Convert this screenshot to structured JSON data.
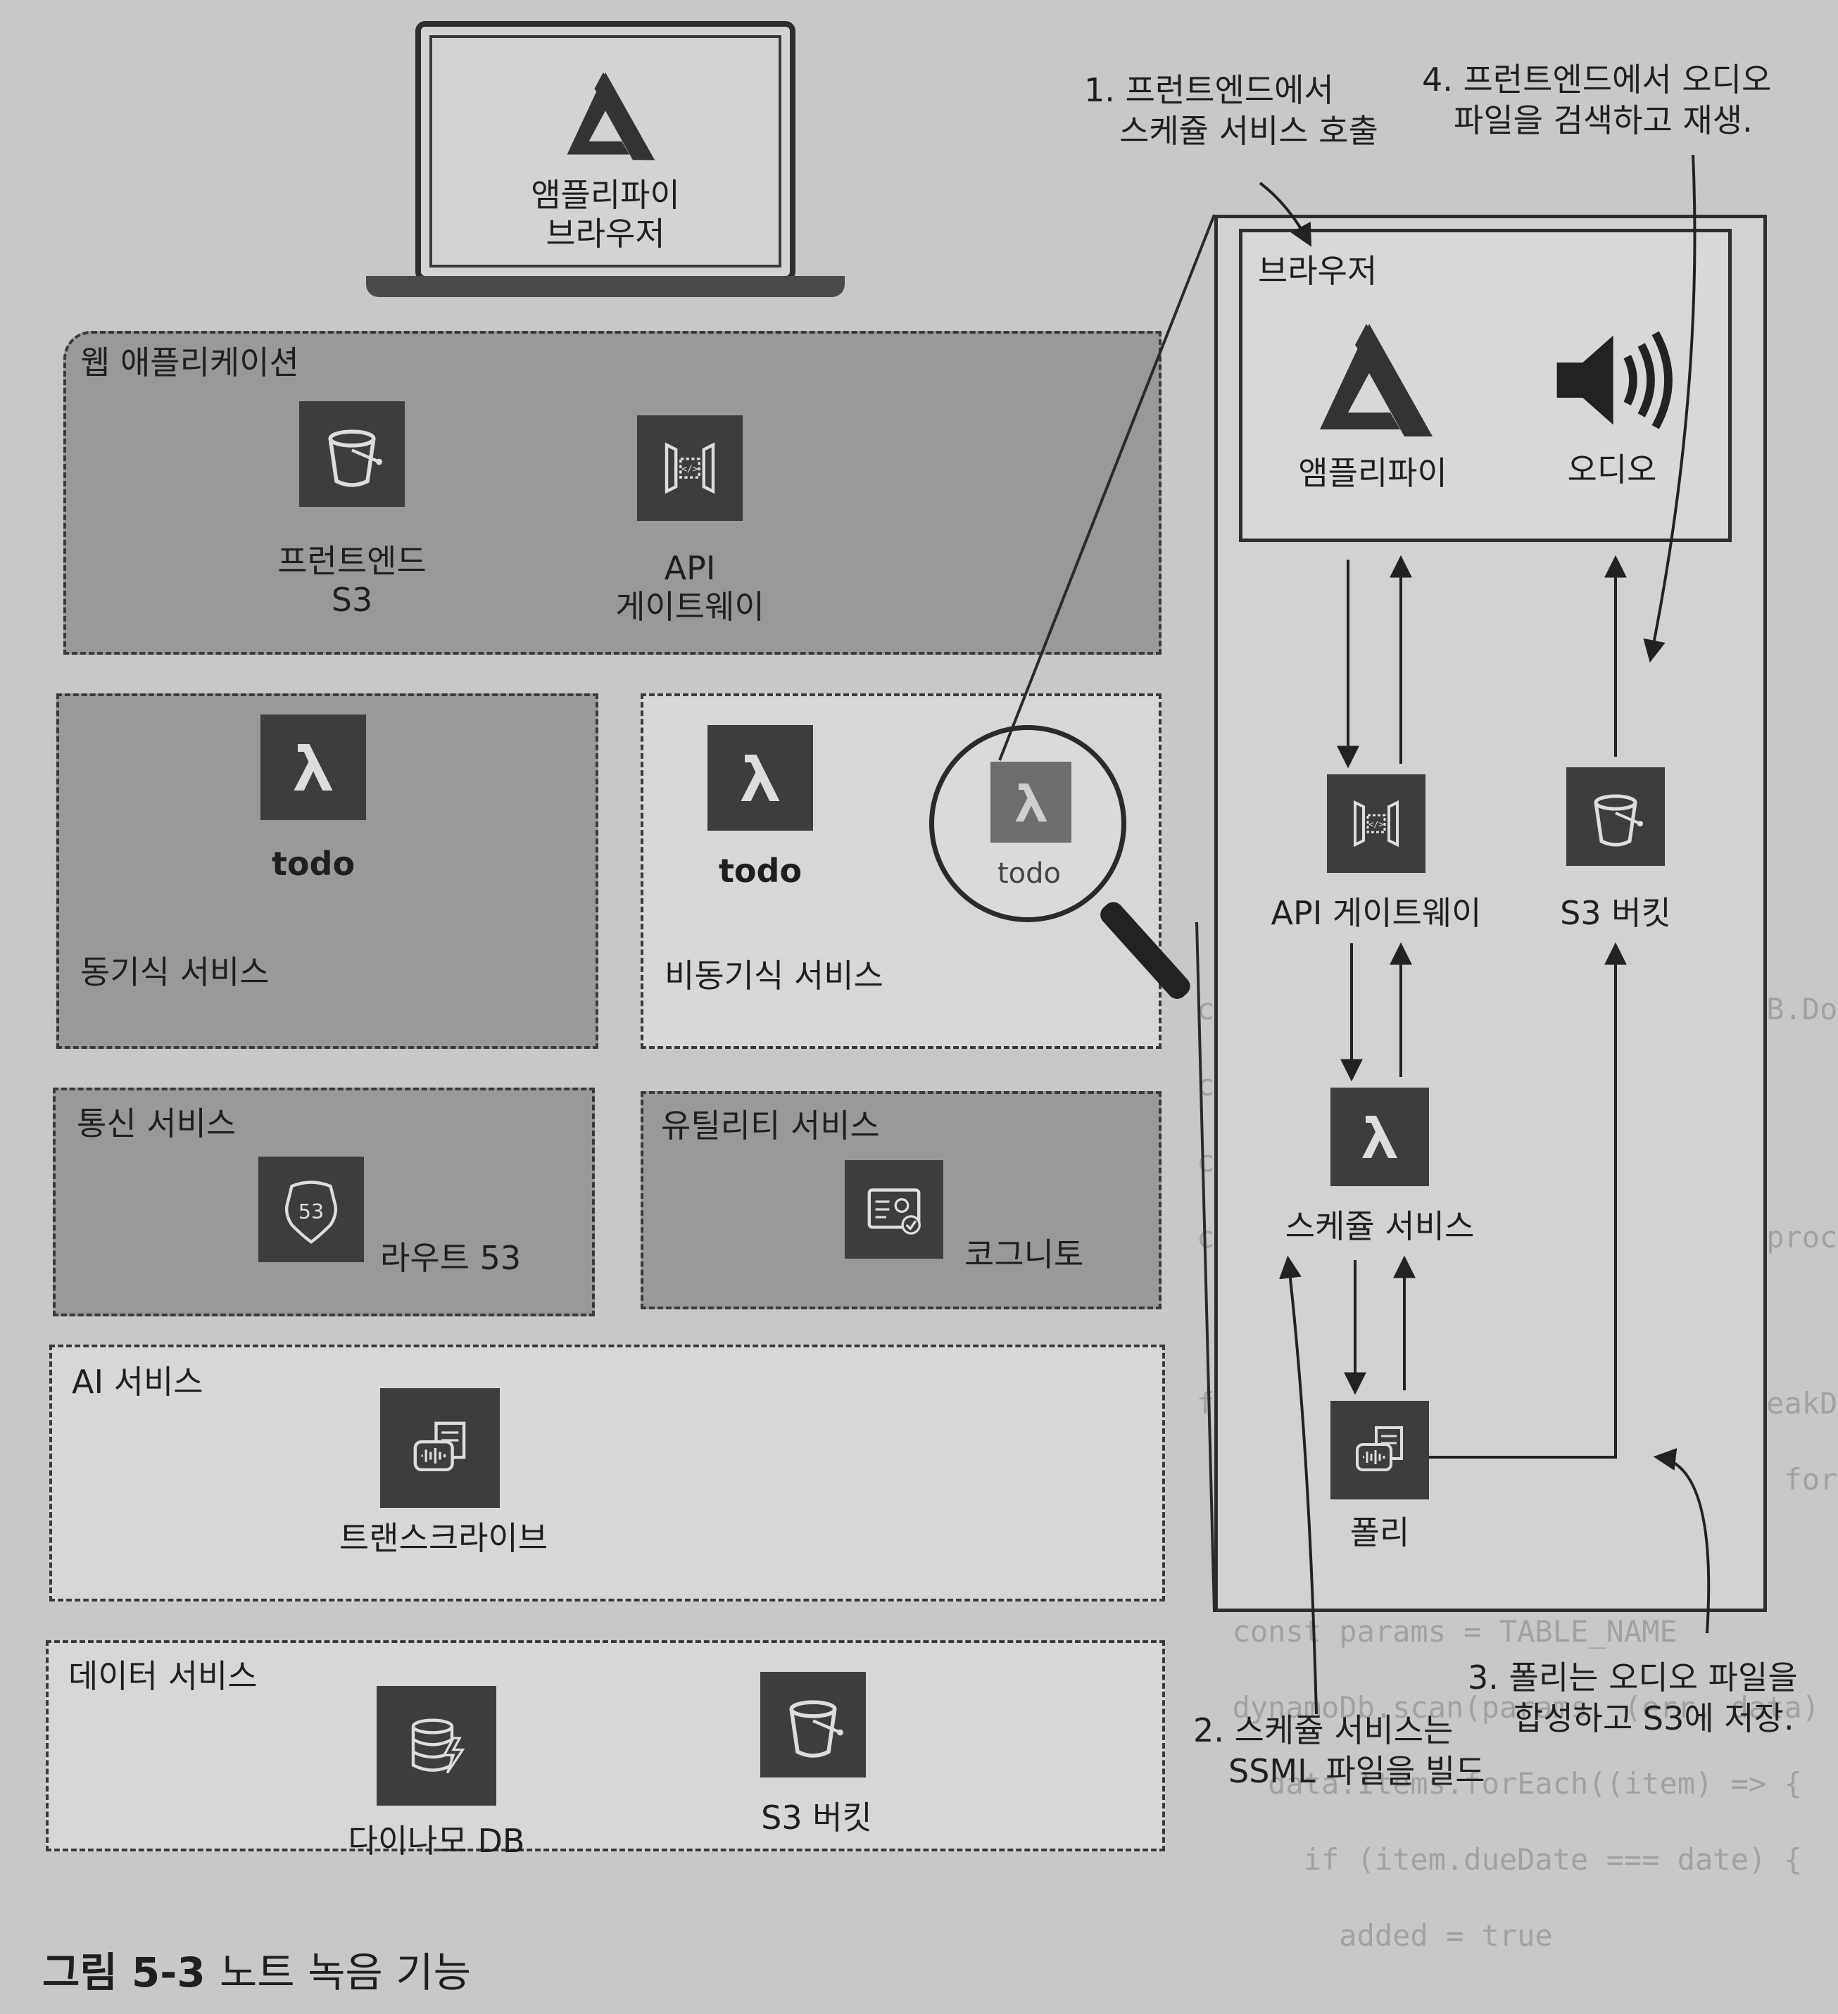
{
  "laptop": {
    "label_line1": "앰플리파이",
    "label_line2": "브라우저"
  },
  "web_app": {
    "title": "웹 애플리케이션",
    "frontend_s3": {
      "line1": "프런트엔드",
      "line2": "S3"
    },
    "api_gateway": {
      "line1": "API",
      "line2": "게이트웨이"
    }
  },
  "sync_service": {
    "title": "동기식 서비스",
    "lambda_label": "todo"
  },
  "async_service": {
    "title": "비동기식 서비스",
    "lambda_label": "todo",
    "magnified_label": "todo"
  },
  "comm_service": {
    "title": "통신 서비스",
    "route53_label": "라우트 53"
  },
  "utility_service": {
    "title": "유틸리티 서비스",
    "cognito_label": "코그니토"
  },
  "ai_service": {
    "title": "AI 서비스",
    "transcribe_label": "트랜스크라이브"
  },
  "data_service": {
    "title": "데이터 서비스",
    "dynamodb_label": "다이나모 DB",
    "s3_label": "S3 버킷"
  },
  "detail": {
    "browser_title": "브라우저",
    "amplify_label": "앰플리파이",
    "audio_label": "오디오",
    "api_gateway_label": "API 게이트웨이",
    "s3_bucket_label": "S3 버킷",
    "schedule_label": "스케쥴 서비스",
    "polly_label": "폴리"
  },
  "annotations": {
    "step1_line1": "1. 프런트엔드에서",
    "step1_line2": "스케쥴 서비스 호출",
    "step4_line1": "4. 프런트엔드에서 오디오",
    "step4_line2": "파일을 검색하고 재생.",
    "step2_line1": "2. 스케쥴 서비스는",
    "step2_line2": "SSML 파일을 빌드",
    "step3_line1": "3. 폴리는 오디오 파일을",
    "step3_line2": "합성하고 S3에 저장."
  },
  "caption": {
    "number": "그림 5-3",
    "title": "노트 녹음 기능"
  },
  "colors": {
    "background": "#c9c8c6",
    "icon_fill": "#3d3d3d",
    "dark_group": "#9a9998"
  }
}
